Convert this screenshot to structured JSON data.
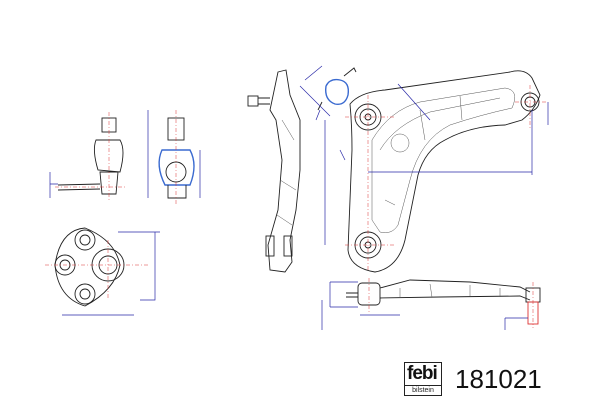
{
  "brand": {
    "logo_main": "febi",
    "logo_sub": "bilstein"
  },
  "part_number": "181021",
  "colors": {
    "outline": "#222222",
    "dimension": "#2a2aa8",
    "centerline": "#dd3333",
    "highlight": "#3a6ad0"
  }
}
